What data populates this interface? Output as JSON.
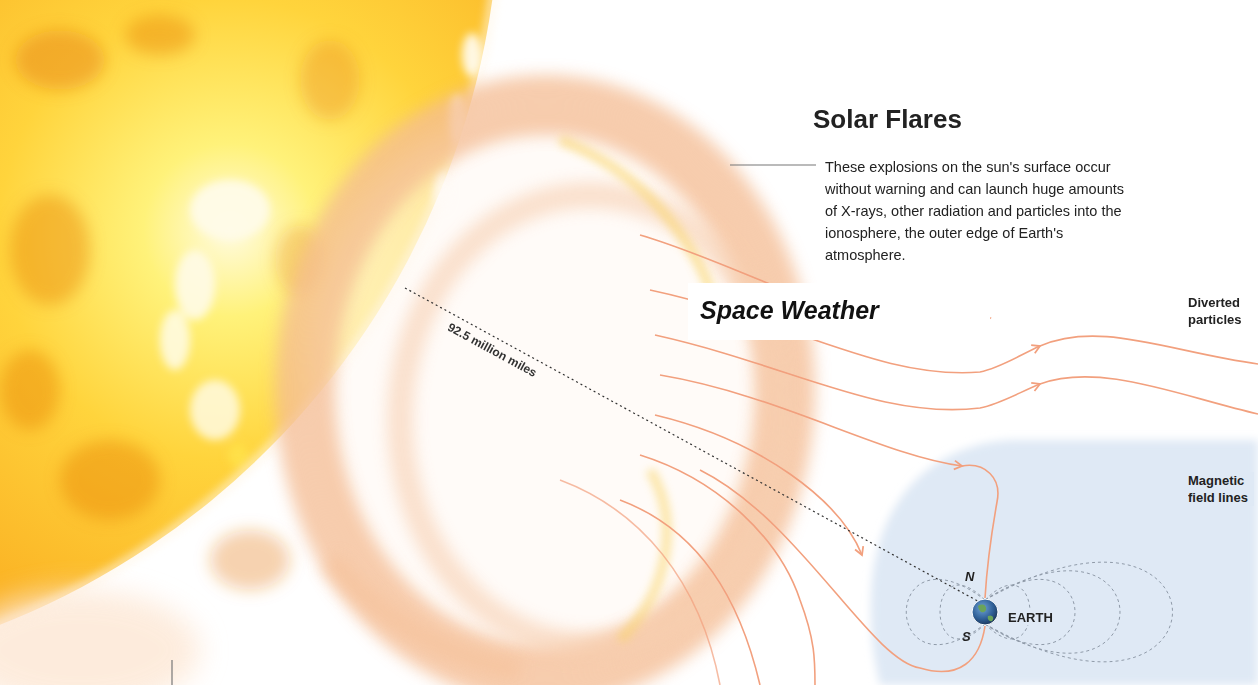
{
  "diagram": {
    "title": "Space Weather",
    "labels": [
      "Solar Flares",
      "These explosions on the sun's surface occur without warning and can launch huge amounts of X-rays, other radiation and particles into the ionosphere, the outer edge of Earth's atmosphere.",
      "92.5 million miles",
      "Diverted particles",
      "Magnetic field lines",
      "N",
      "EARTH",
      "S"
    ]
  }
}
